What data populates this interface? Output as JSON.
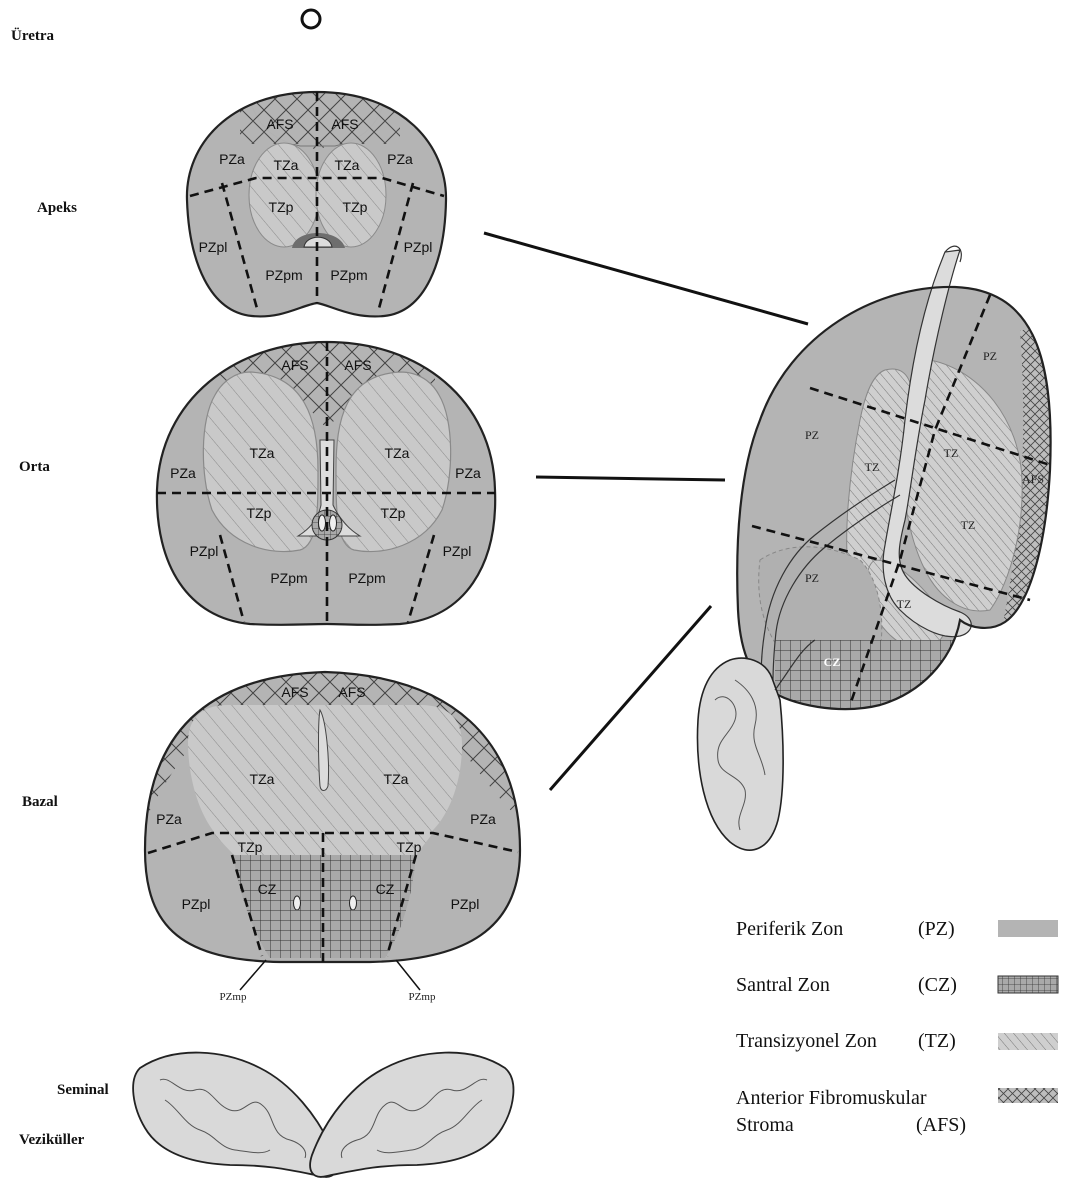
{
  "rows": {
    "uretra": "Üretra",
    "apeks": "Apeks",
    "orta": "Orta",
    "bazal": "Bazal",
    "seminal_1": "Seminal",
    "seminal_2": "Veziküller"
  },
  "apex": {
    "afs_l": "AFS",
    "afs_r": "AFS",
    "pza_l": "PZa",
    "pza_r": "PZa",
    "tza_l": "TZa",
    "tza_r": "TZa",
    "tzp_l": "TZp",
    "tzp_r": "TZp",
    "pzpl_l": "PZpl",
    "pzpl_r": "PZpl",
    "pzpm_l": "PZpm",
    "pzpm_r": "PZpm"
  },
  "mid": {
    "afs_l": "AFS",
    "afs_r": "AFS",
    "tza_l": "TZa",
    "tza_r": "TZa",
    "pza_l": "PZa",
    "pza_r": "PZa",
    "tzp_l": "TZp",
    "tzp_r": "TZp",
    "pzpl_l": "PZpl",
    "pzpl_r": "PZpl",
    "pzpm_l": "PZpm",
    "pzpm_r": "PZpm"
  },
  "base": {
    "afs_l": "AFS",
    "afs_r": "AFS",
    "tza_l": "TZa",
    "tza_r": "TZa",
    "pza_l": "PZa",
    "pza_r": "PZa",
    "tzp_l": "TZp",
    "tzp_r": "TZp",
    "cz_l": "CZ",
    "cz_r": "CZ",
    "pzpl_l": "PZpl",
    "pzpl_r": "PZpl",
    "pzmp_l": "PZmp",
    "pzmp_r": "PZmp"
  },
  "sagittal": {
    "pz_top": "PZ",
    "pz_mid": "PZ",
    "pz_low": "PZ",
    "tz_1": "TZ",
    "tz_2": "TZ",
    "tz_3": "TZ",
    "tz_4": "TZ",
    "afs": "AFS",
    "cz": "CZ"
  },
  "legend": [
    {
      "name": "Periferik Zon",
      "abbr": "(PZ)",
      "swatch": "solid"
    },
    {
      "name": "Santral Zon",
      "abbr": "(CZ)",
      "swatch": "grid"
    },
    {
      "name": "Transizyonel Zon",
      "abbr": "(TZ)",
      "swatch": "diagonal"
    },
    {
      "name_1": "Anterior Fibromuskular",
      "name_2": "Stroma",
      "abbr": "(AFS)",
      "swatch": "crosshatch"
    }
  ],
  "colors": {
    "pz_fill": "#b4b4b4",
    "tz_fill": "#c9c9c9",
    "light_fill": "#d9d9d9",
    "outline": "#222222"
  }
}
